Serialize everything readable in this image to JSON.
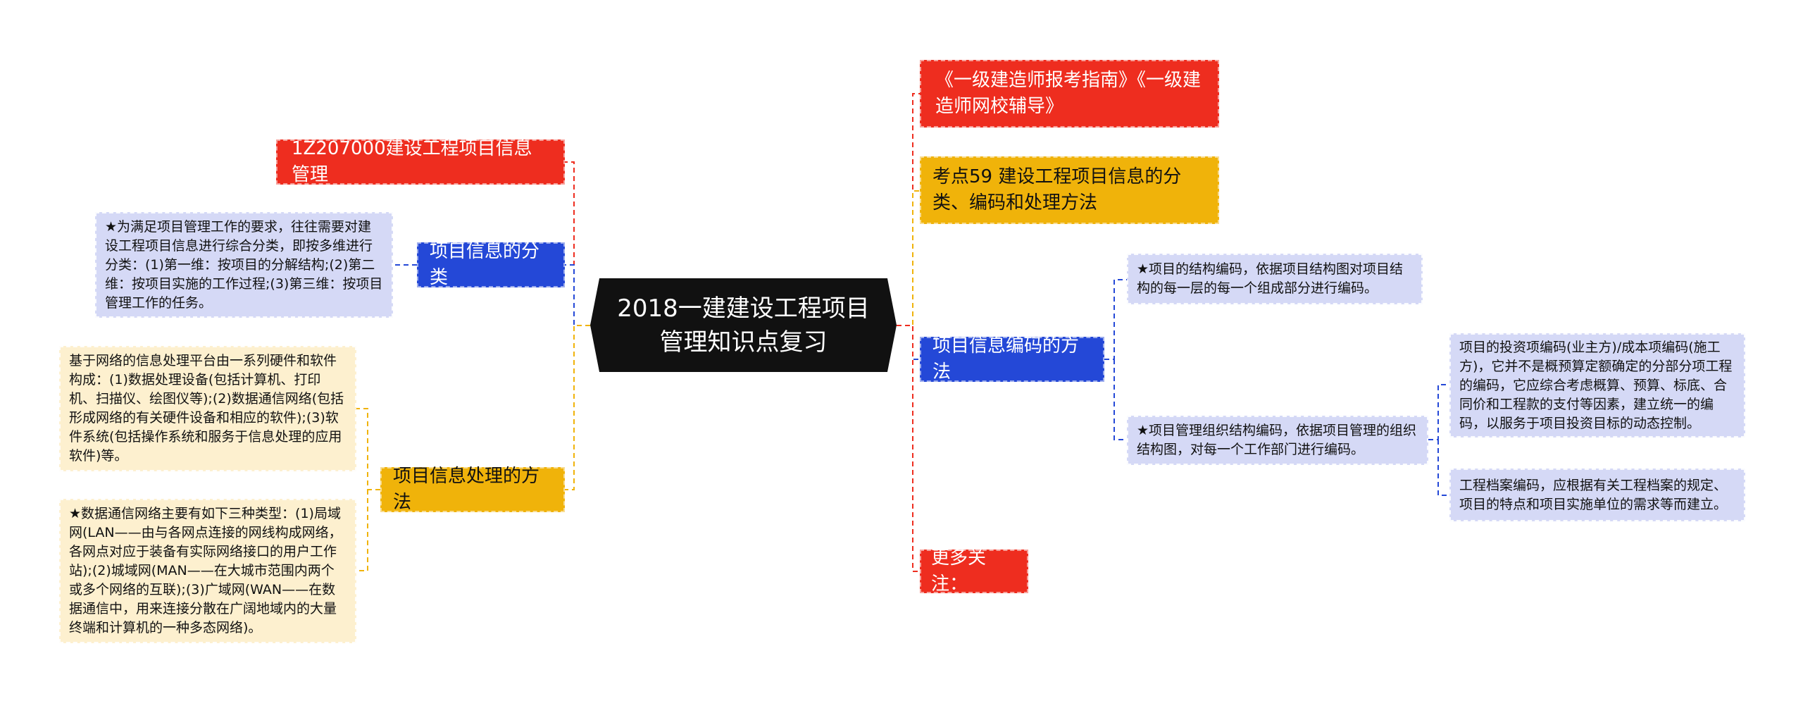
{
  "mindmap": {
    "center": "2018一建建设工程项目管理知识点复习",
    "left_branches": {
      "b1": {
        "label": "1Z207000建设工程项目信息管理"
      },
      "b2": {
        "label": "项目信息的分类",
        "note": "★为满足项目管理工作的要求，往往需要对建设工程项目信息进行综合分类，即按多维进行分类：(1)第一维：按项目的分解结构;(2)第二维：按项目实施的工作过程;(3)第三维：按项目管理工作的任务。"
      },
      "b3": {
        "label": "项目信息处理的方法",
        "note1": "基于网络的信息处理平台由一系列硬件和软件构成：(1)数据处理设备(包括计算机、打印机、扫描仪、绘图仪等);(2)数据通信网络(包括形成网络的有关硬件设备和相应的软件);(3)软件系统(包括操作系统和服务于信息处理的应用软件)等。",
        "note2": "★数据通信网络主要有如下三种类型：(1)局域网(LAN——由与各网点连接的网线构成网络，各网点对应于装备有实际网络接口的用户工作站);(2)城域网(MAN——在大城市范围内两个或多个网络的互联);(3)广域网(WAN——在数据通信中，用来连接分散在广阔地域内的大量终端和计算机的一种多态网络)。"
      }
    },
    "right_branches": {
      "r1": {
        "label": "《一级建造师报考指南》《一级建造师网校辅导》"
      },
      "r2": {
        "label": "考点59 建设工程项目信息的分类、编码和处理方法"
      },
      "r3": {
        "label": "项目信息编码的方法",
        "note1": "★项目的结构编码，依据项目结构图对项目结构的每一层的每一个组成部分进行编码。",
        "note2": "★项目管理组织结构编码，依据项目管理的组织结构图，对每一个工作部门进行编码。",
        "note2a": "项目的投资项编码(业主方)/成本项编码(施工方)，它并不是概预算定额确定的分部分项工程的编码，它应综合考虑概算、预算、标底、合同价和工程款的支付等因素，建立统一的编码，以服务于项目投资目标的动态控制。",
        "note2b": "工程档案编码，应根据有关工程档案的规定、项目的特点和项目实施单位的需求等而建立。"
      },
      "r4": {
        "label": "更多关注："
      }
    }
  },
  "colors": {
    "red": "#ee2d1f",
    "blue": "#2448d7",
    "yellow": "#f0b30a",
    "lavender": "#d5d9f6",
    "cream": "#fdf0cf",
    "center": "#111111"
  }
}
